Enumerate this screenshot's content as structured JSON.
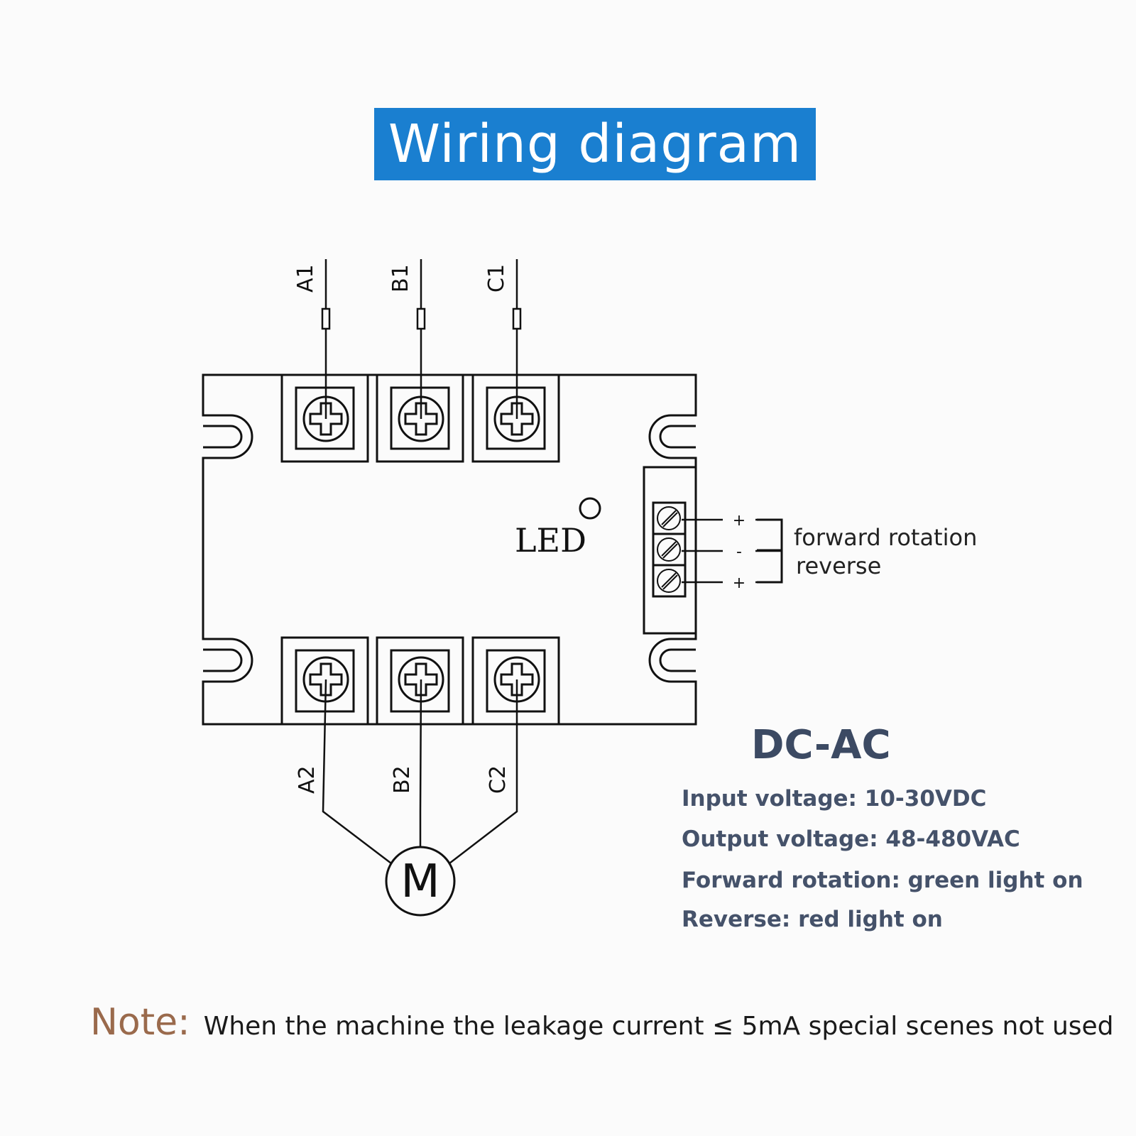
{
  "title": "Wiring diagram",
  "diagram": {
    "input_terminals": [
      "A1",
      "B1",
      "C1"
    ],
    "output_terminals": [
      "A2",
      "B2",
      "C2"
    ],
    "led_label": "LED",
    "motor_label": "M",
    "control_terminal_signs": [
      "+",
      "-",
      "+"
    ],
    "control_labels": [
      "forward rotation",
      "reverse"
    ]
  },
  "specs": {
    "heading": "DC-AC",
    "lines": [
      "Input voltage: 10-30VDC",
      "Output voltage: 48-480VAC",
      "Forward rotation: green light on",
      "Reverse: red light on"
    ]
  },
  "note": {
    "label": "Note:",
    "text": "When the machine the leakage current ≤ 5mA special scenes not used"
  },
  "colors": {
    "banner": "#1a7fd0",
    "spec_text": "#45526a",
    "note_label": "#9a6a4c"
  }
}
